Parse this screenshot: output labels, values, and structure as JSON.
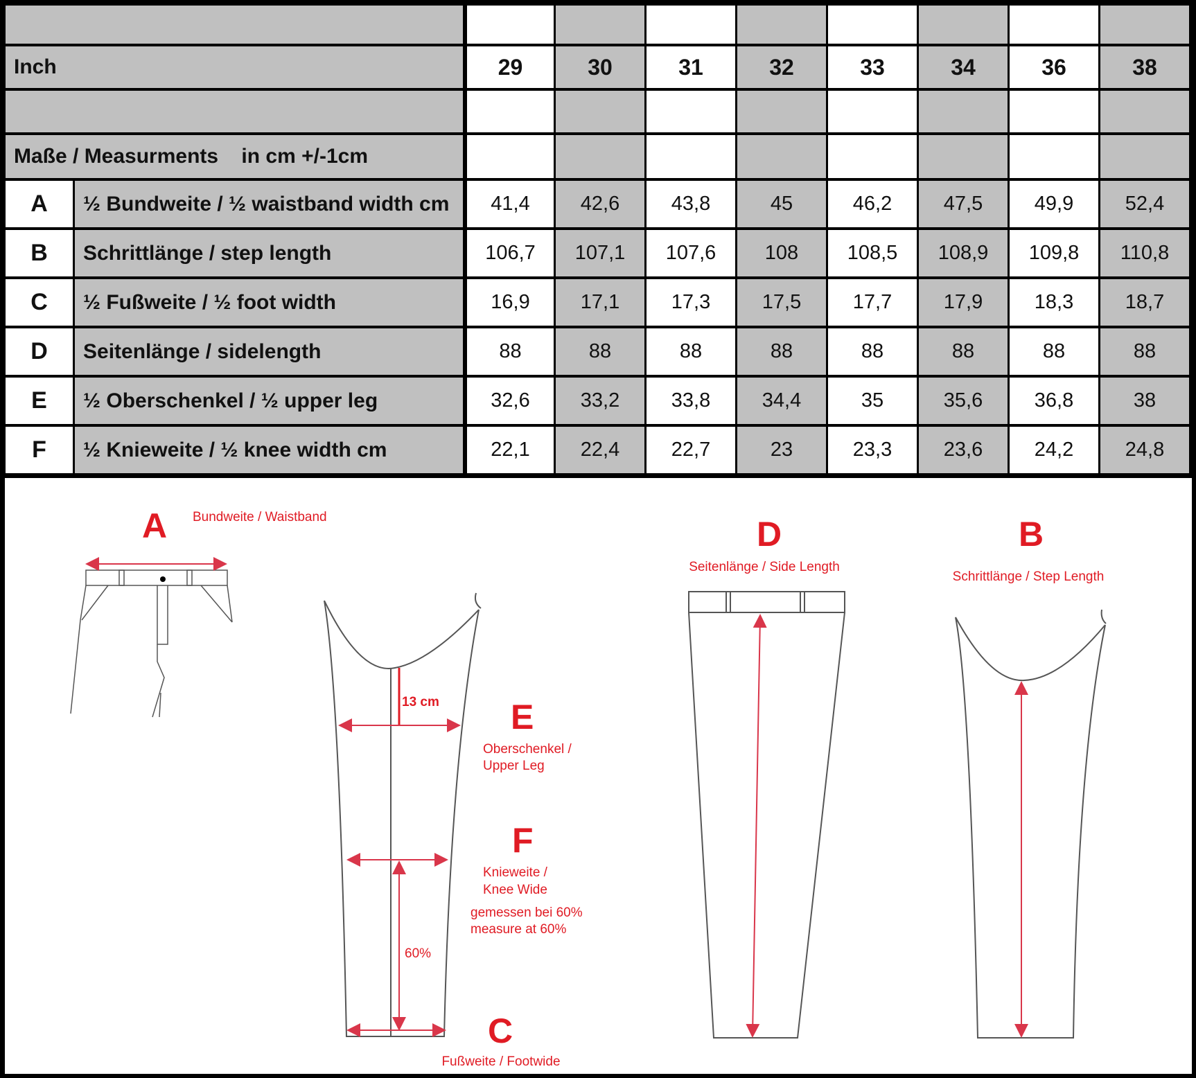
{
  "table": {
    "inch_label": "Inch",
    "sizes": [
      "29",
      "30",
      "31",
      "32",
      "33",
      "34",
      "36",
      "38"
    ],
    "measurements_label": "Maße / Measurments    in cm +/-1cm",
    "rows": [
      {
        "letter": "A",
        "label": "½ Bundweite / ½ waistband width cm",
        "values": [
          "41,4",
          "42,6",
          "43,8",
          "45",
          "46,2",
          "47,5",
          "49,9",
          "52,4"
        ]
      },
      {
        "letter": "B",
        "label": "Schrittlänge / step length",
        "values": [
          "106,7",
          "107,1",
          "107,6",
          "108",
          "108,5",
          "108,9",
          "109,8",
          "110,8"
        ]
      },
      {
        "letter": "C",
        "label": "½ Fußweite / ½ foot width",
        "values": [
          "16,9",
          "17,1",
          "17,3",
          "17,5",
          "17,7",
          "17,9",
          "18,3",
          "18,7"
        ]
      },
      {
        "letter": "D",
        "label": "Seitenlänge / sidelength",
        "values": [
          "88",
          "88",
          "88",
          "88",
          "88",
          "88",
          "88",
          "88"
        ]
      },
      {
        "letter": "E",
        "label": "½ Oberschenkel / ½ upper leg",
        "values": [
          "32,6",
          "33,2",
          "33,8",
          "34,4",
          "35",
          "35,6",
          "36,8",
          "38"
        ]
      },
      {
        "letter": "F",
        "label": "½ Knieweite / ½ knee width cm",
        "values": [
          "22,1",
          "22,4",
          "22,7",
          "23",
          "23,3",
          "23,6",
          "24,2",
          "24,8"
        ]
      }
    ]
  },
  "diagram": {
    "a_letter": "A",
    "a_label": "Bundweite / Waistband",
    "d_letter": "D",
    "d_label": "Seitenlänge / Side Length",
    "b_letter": "B",
    "b_label": "Schrittlänge / Step Length",
    "e_letter": "E",
    "e_label_1": "Oberschenkel /",
    "e_label_2": "Upper Leg",
    "f_letter": "F",
    "f_label_1": "Knieweite /",
    "f_label_2": "Knee Wide",
    "f_note_1": "gemessen bei 60%",
    "f_note_2": "measure at 60%",
    "c_letter": "C",
    "c_label": "Fußweite / Footwide",
    "crotch_offset": "13 cm",
    "knee_percent": "60%",
    "accent_color": "#e01b24"
  }
}
